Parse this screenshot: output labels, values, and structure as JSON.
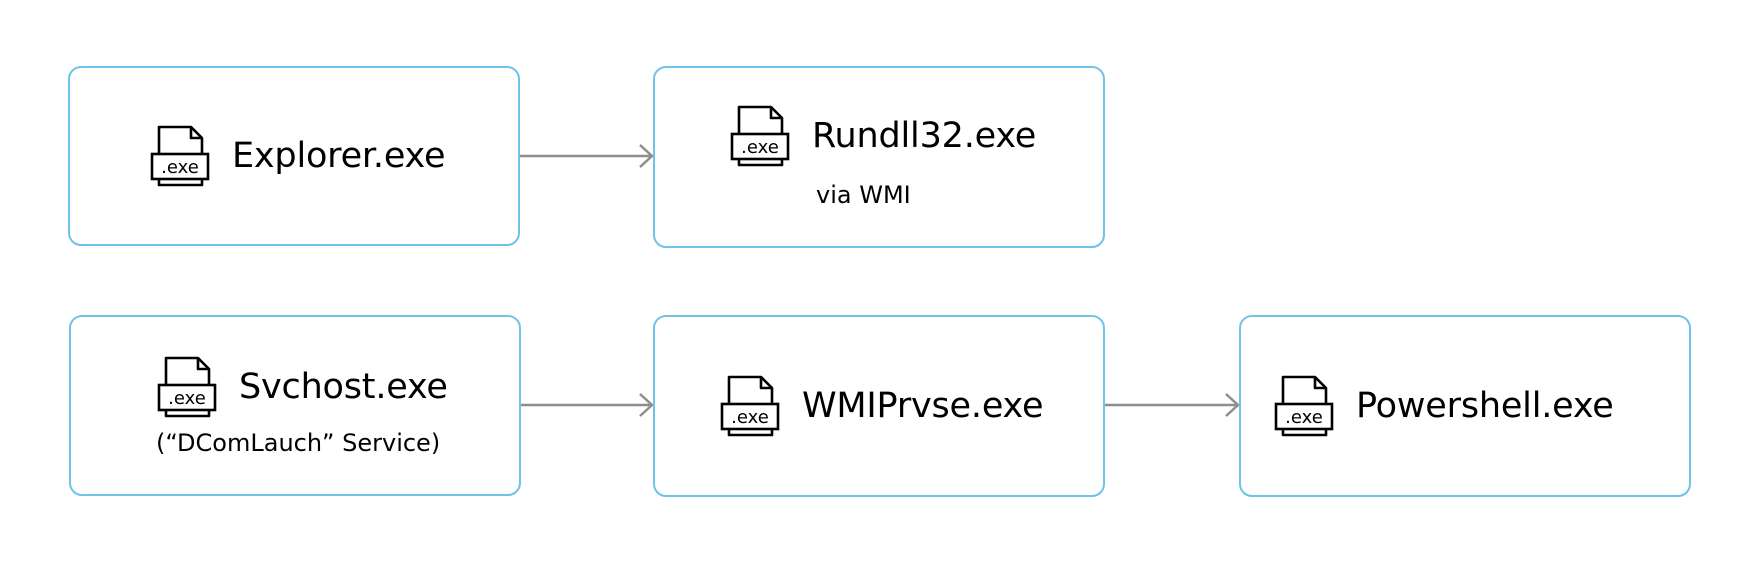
{
  "colors": {
    "node_border": "#6fc3e8",
    "arrow": "#8e8e8e",
    "text": "#000000"
  },
  "icon_name": "exe-file-icon",
  "icon_text": ".exe",
  "nodes": [
    {
      "id": "explorer",
      "title": "Explorer.exe",
      "subtitle": ""
    },
    {
      "id": "rundll32",
      "title": "Rundll32.exe",
      "subtitle": "via WMI"
    },
    {
      "id": "svchost",
      "title": "Svchost.exe",
      "subtitle": "(“DComLauch” Service)"
    },
    {
      "id": "wmiprvse",
      "title": "WMIPrvse.exe",
      "subtitle": ""
    },
    {
      "id": "powershell",
      "title": "Powershell.exe",
      "subtitle": ""
    }
  ],
  "edges": [
    {
      "from": "explorer",
      "to": "rundll32"
    },
    {
      "from": "svchost",
      "to": "wmiprvse"
    },
    {
      "from": "wmiprvse",
      "to": "powershell"
    }
  ]
}
